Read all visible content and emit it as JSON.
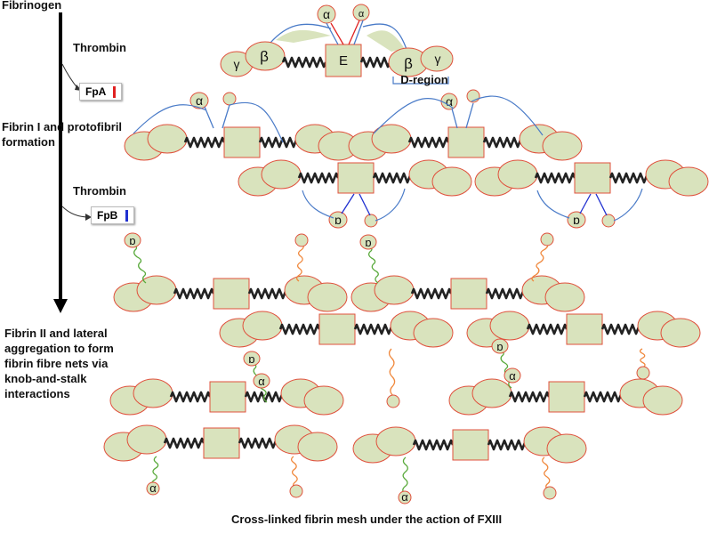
{
  "labels": {
    "fibrinogen": "Fibrinogen",
    "thrombin1": "Thrombin",
    "fpa": "FpA",
    "fibrin1": "Fibrin I and protofibril",
    "formation": "formation",
    "thrombin2": "Thrombin",
    "fpb": "FpB",
    "fibrin2_l1": "Fibrin II and lateral",
    "fibrin2_l2": "aggregation to form",
    "fibrin2_l3": "fibrin fibre nets via",
    "fibrin2_l4": "knob-and-stalk",
    "fibrin2_l5": "interactions",
    "e_label": "E",
    "beta": "β",
    "gamma": "γ",
    "alpha": "α",
    "beta_knob": "ɒ",
    "d_region": "D-region",
    "caption": "Cross-linked fibrin mesh under the action of FXIII"
  },
  "colors": {
    "node_fill": "#d9e3bd",
    "node_stroke": "#e0503c",
    "coil": "#222222",
    "fpa_mark": "#e02020",
    "fpb_mark": "#2030d0",
    "alpha_chain_blue": "#4a7bc8",
    "alpha_chain_green": "#5aaa3c",
    "alpha_chain_orange": "#f0883c"
  }
}
